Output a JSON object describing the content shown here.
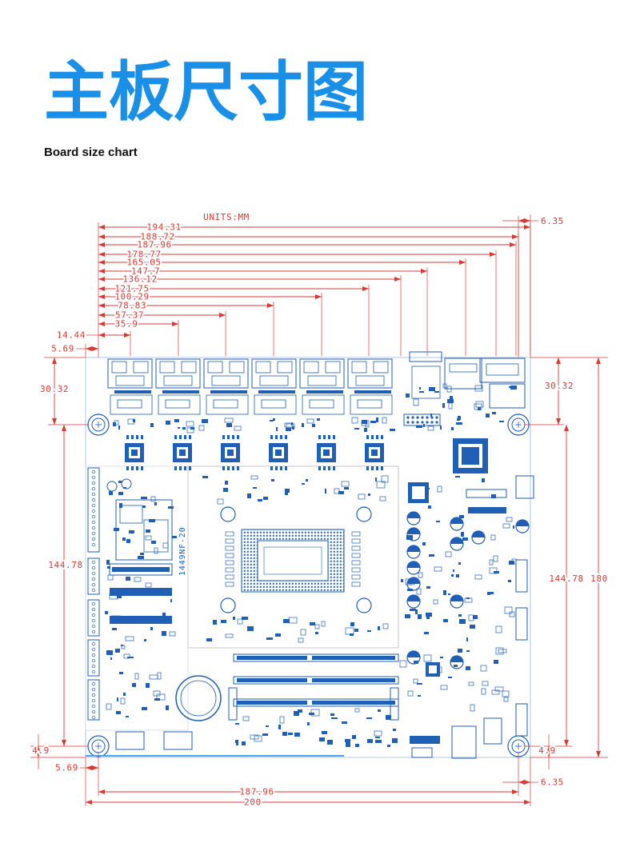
{
  "title": "主板尺寸图",
  "subtitle": "Board size chart",
  "drawing": {
    "units": "UNITS:MM",
    "board_label": "1449NF-20",
    "top_dims": [
      "194.31",
      "188.72",
      "187.96",
      "178.77",
      "165.05",
      "147.7",
      "136.12",
      "121.75",
      "100.29",
      "78.83",
      "57.37",
      "35.9",
      "14.44",
      "5.69"
    ],
    "top_right": "6.35",
    "left_dims": {
      "top": "30.32",
      "middle": "144.78",
      "bottom": "4.9",
      "offset": "5.69"
    },
    "right_dims": {
      "top": "30.32",
      "middle": "144.78",
      "total": "180",
      "bottom": "4.9"
    },
    "bottom_dims": {
      "inner": "187.96",
      "total": "200",
      "right": "6.35"
    }
  },
  "colors": {
    "title": "#1a8fe8",
    "dimension": "#d93a34",
    "board": "#1f5fb5",
    "outline": "#a9c8ea"
  }
}
